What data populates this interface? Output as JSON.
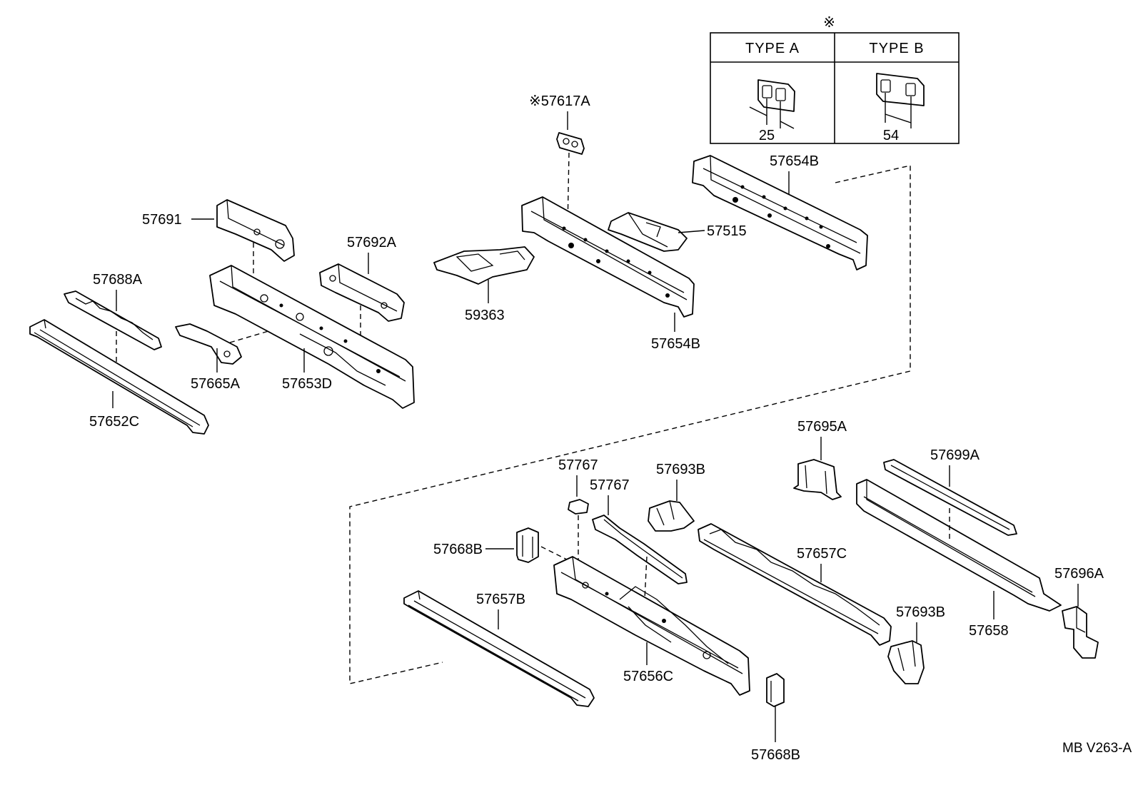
{
  "legend": {
    "symbol": "※",
    "type_a": {
      "header": "TYPE A",
      "dimension": "25"
    },
    "type_b": {
      "header": "TYPE B",
      "dimension": "54"
    }
  },
  "labels": {
    "p57617A": "※57617A",
    "p57654B_top": "57654B",
    "p57515": "57515",
    "p57654B_mid": "57654B",
    "p59363": "59363",
    "p57691": "57691",
    "p57692A": "57692A",
    "p57688A": "57688A",
    "p57665A": "57665A",
    "p57653D": "57653D",
    "p57652C": "57652C",
    "p57695A": "57695A",
    "p57699A": "57699A",
    "p57767_a": "57767",
    "p57767_b": "57767",
    "p57693B_top": "57693B",
    "p57668B_left": "57668B",
    "p57657C": "57657C",
    "p57657B": "57657B",
    "p57693B_bot": "57693B",
    "p57696A": "57696A",
    "p57658": "57658",
    "p57656C": "57656C",
    "p57668B_bot": "57668B"
  },
  "reference_code": "MB V263-A"
}
